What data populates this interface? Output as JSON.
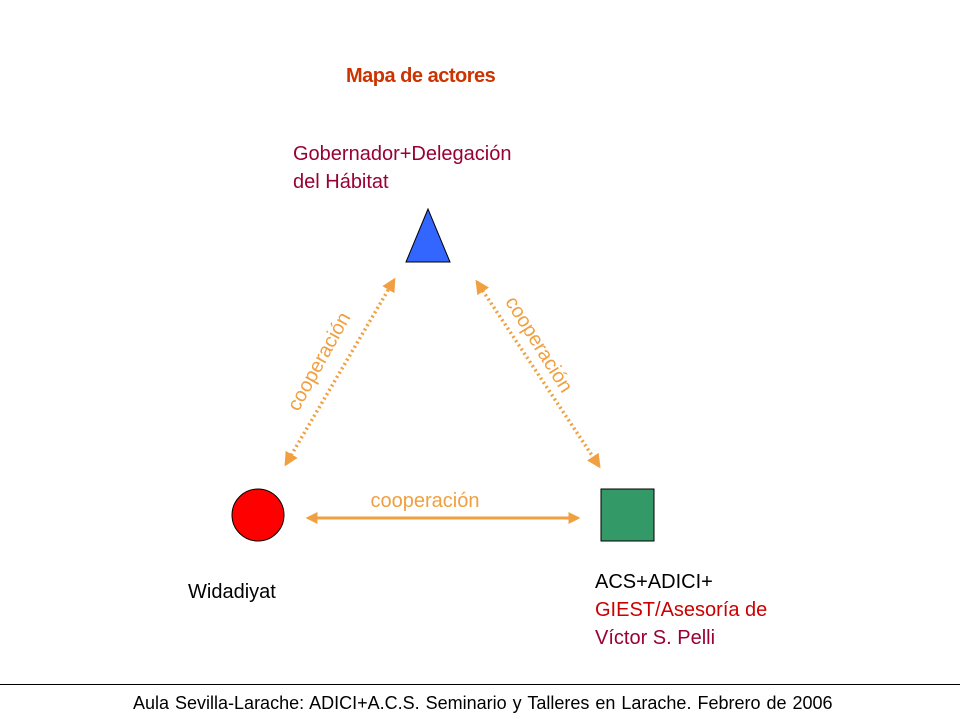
{
  "title": "Mapa de actores",
  "actors": {
    "top": {
      "lines": [
        "Gobernador+Delegación",
        "del Hábitat"
      ],
      "shape": "triangle"
    },
    "left": {
      "lines": [
        "Widadiyat"
      ],
      "shape": "circle"
    },
    "right": {
      "lines": [
        "ACS+ADICI+",
        "GIEST/Asesoría de",
        "Víctor S. Pelli"
      ],
      "shape": "square"
    }
  },
  "relations": {
    "left_top": "cooperación",
    "top_right": "cooperación",
    "left_right": "cooperación"
  },
  "footer": "Aula Sevilla-Larache: ADICI+A.C.S.  Seminario y Talleres en Larache. Febrero de 2006",
  "colors": {
    "title": "#cc3300",
    "label_dark_red": "#990033",
    "label_red": "#cc0000",
    "arrow": "#f0a040",
    "triangle": "#3366ff",
    "circle": "#ff0000",
    "square": "#339966"
  }
}
